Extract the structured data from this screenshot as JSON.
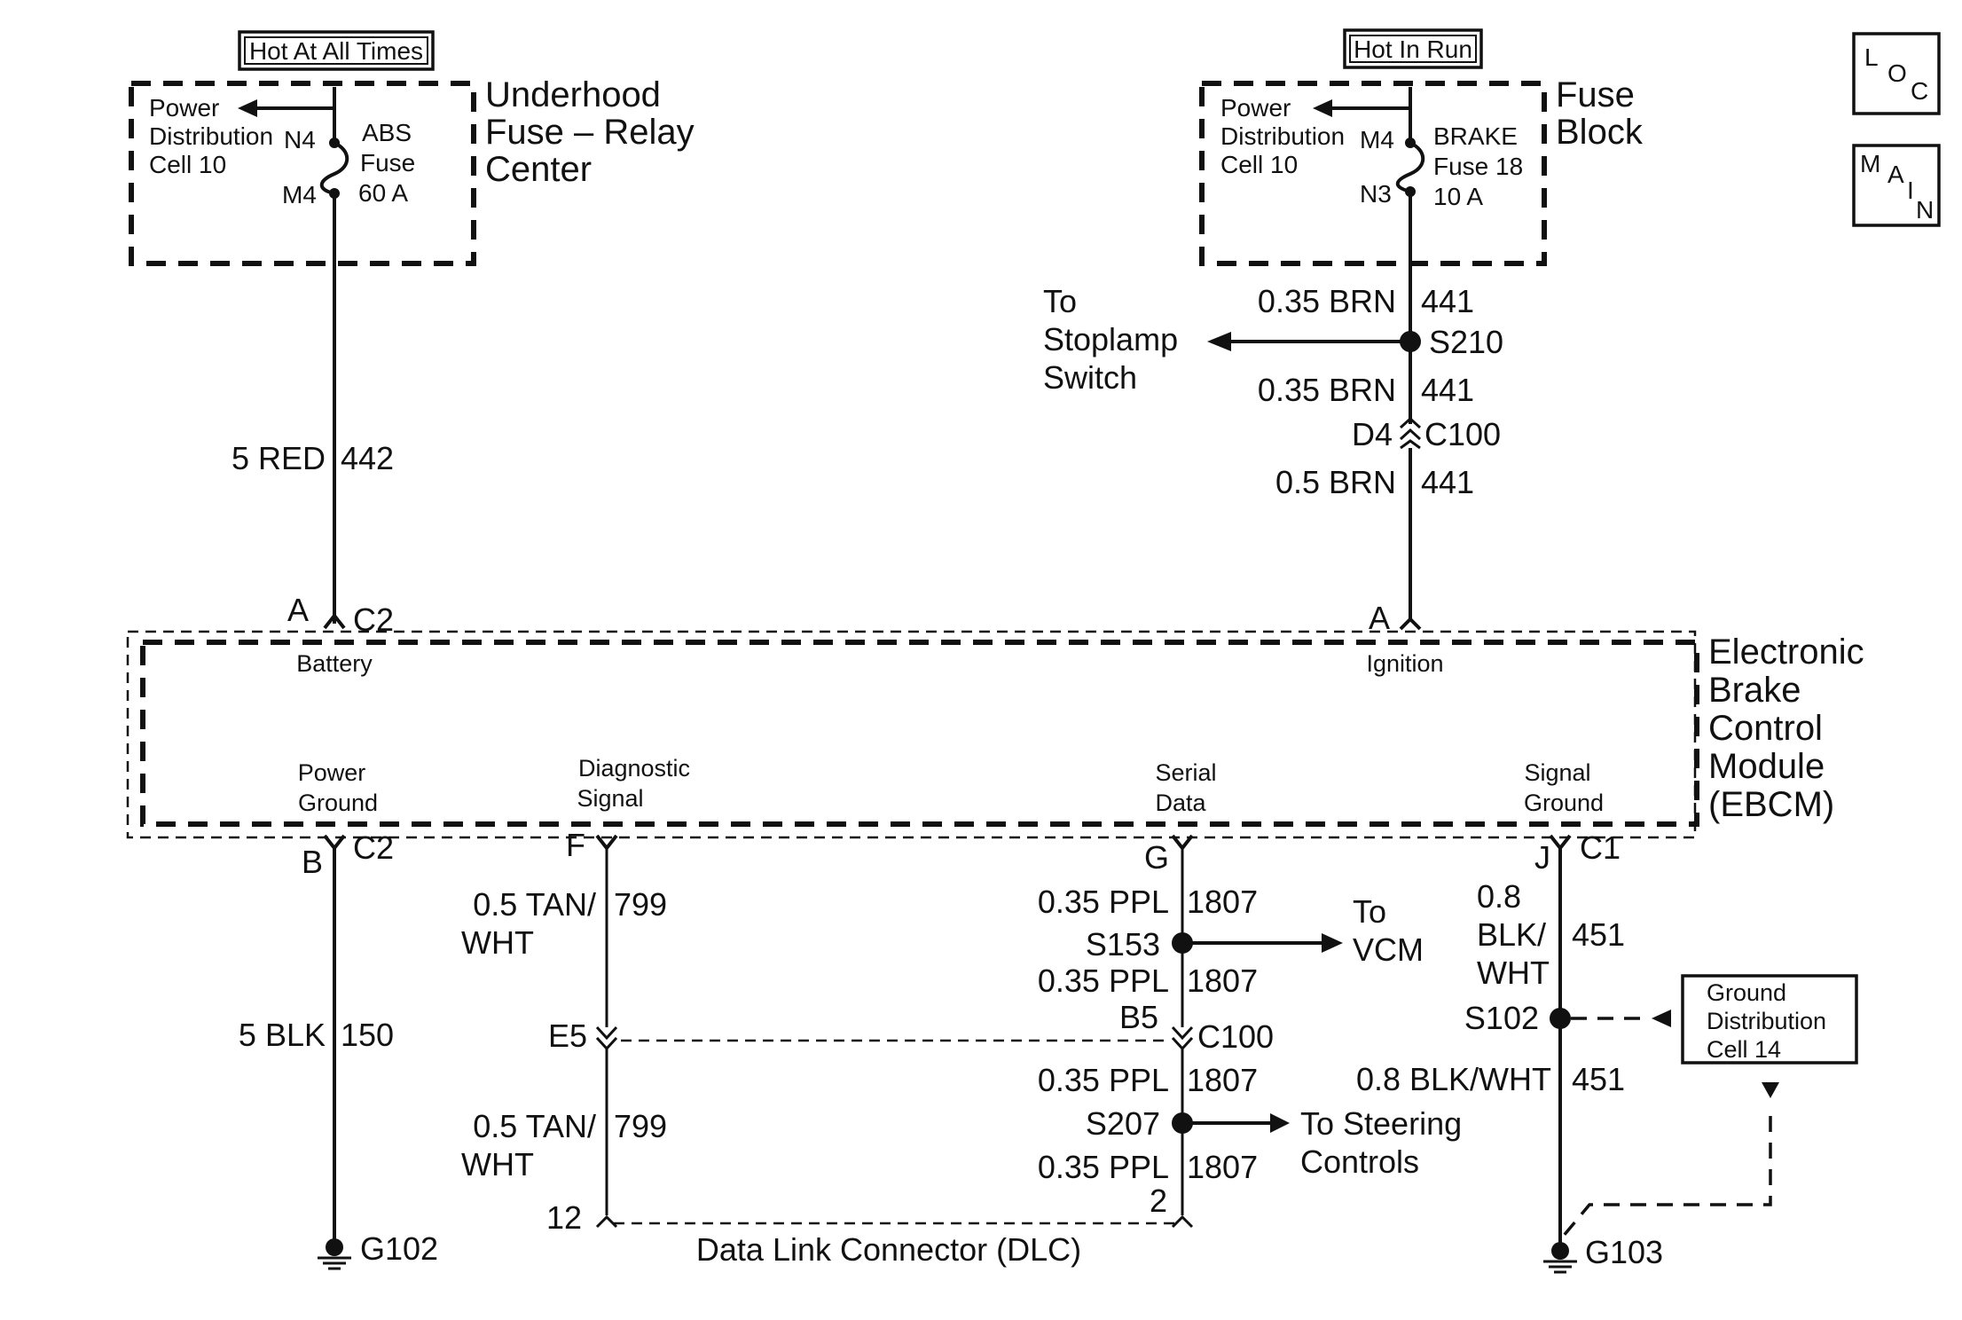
{
  "power_sources": {
    "left_tag": "Hot At All Times",
    "right_tag": "Hot In Run"
  },
  "underhood": {
    "title_lines": [
      "Underhood",
      "Fuse – Relay",
      "Center"
    ],
    "power_lines": [
      "Power",
      "Distribution",
      "Cell 10"
    ],
    "pin_top": "N4",
    "pin_bottom": "M4",
    "fuse_lines": [
      "ABS",
      "Fuse",
      "60 A"
    ]
  },
  "fuse_block": {
    "title_lines": [
      "Fuse",
      "Block"
    ],
    "power_lines": [
      "Power",
      "Distribution",
      "Cell 10"
    ],
    "pin_top": "M4",
    "pin_bottom": "N3",
    "fuse_lines": [
      "BRAKE",
      "Fuse 18",
      "10 A"
    ]
  },
  "page_buttons": {
    "loc": [
      "L",
      "O",
      "C"
    ],
    "main": [
      "M",
      "A",
      "I",
      "N"
    ]
  },
  "battery_wire": {
    "gauge": "5 RED",
    "circuit": "442",
    "pin": "A",
    "connector": "C2",
    "label": "Battery"
  },
  "ignition_wire": {
    "segments": [
      {
        "gauge": "0.35 BRN",
        "circuit": "441"
      },
      {
        "gauge": "0.35 BRN",
        "circuit": "441"
      },
      {
        "gauge": "0.5 BRN",
        "circuit": "441"
      }
    ],
    "splice": "S210",
    "branch_lines": [
      "To",
      "Stoplamp",
      "Switch"
    ],
    "inline_pin": "D4",
    "inline_connector": "C100",
    "pin": "A",
    "label": "Ignition"
  },
  "ebcm": {
    "title_lines": [
      "Electronic",
      "Brake",
      "Control",
      "Module",
      "(EBCM)"
    ],
    "bottom_labels": {
      "power_ground": [
        "Power",
        "Ground"
      ],
      "diagnostic": [
        "Diagnostic",
        "Signal"
      ],
      "serial": [
        "Serial",
        "Data"
      ],
      "signal_ground": [
        "Signal",
        "Ground"
      ]
    }
  },
  "power_ground_wire": {
    "pin": "B",
    "connector": "C2",
    "gauge": "5 BLK",
    "circuit": "150",
    "ground": "G102"
  },
  "diagnostic_wire": {
    "pin": "F",
    "segments": [
      {
        "gauge_lines": [
          "0.5 TAN/",
          "WHT"
        ],
        "circuit": "799"
      },
      {
        "gauge_lines": [
          "0.5 TAN/",
          "WHT"
        ],
        "circuit": "799"
      }
    ],
    "inline_pin": "E5",
    "dlc_pin": "12"
  },
  "serial_wire": {
    "pin": "G",
    "segments": [
      {
        "gauge": "0.35 PPL",
        "circuit": "1807"
      },
      {
        "gauge": "0.35 PPL",
        "circuit": "1807"
      },
      {
        "gauge": "0.35 PPL",
        "circuit": "1807"
      },
      {
        "gauge": "0.35 PPL",
        "circuit": "1807"
      }
    ],
    "splice_top": "S153",
    "vcm_lines": [
      "To",
      "VCM"
    ],
    "inline_pin": "B5",
    "inline_connector": "C100",
    "splice_bottom": "S207",
    "steering_lines": [
      "To Steering",
      "Controls"
    ],
    "dlc_pin": "2"
  },
  "signal_ground_wire": {
    "pin": "J",
    "connector": "C1",
    "top_gauge_lines": [
      "0.8",
      "BLK/",
      "WHT"
    ],
    "top_circuit": "451",
    "splice": "S102",
    "bottom_gauge": "0.8 BLK/WHT",
    "bottom_circuit": "451",
    "ground": "G103",
    "ground_dist_lines": [
      "Ground",
      "Distribution",
      "Cell 14"
    ]
  },
  "dlc_label": "Data Link Connector (DLC)"
}
